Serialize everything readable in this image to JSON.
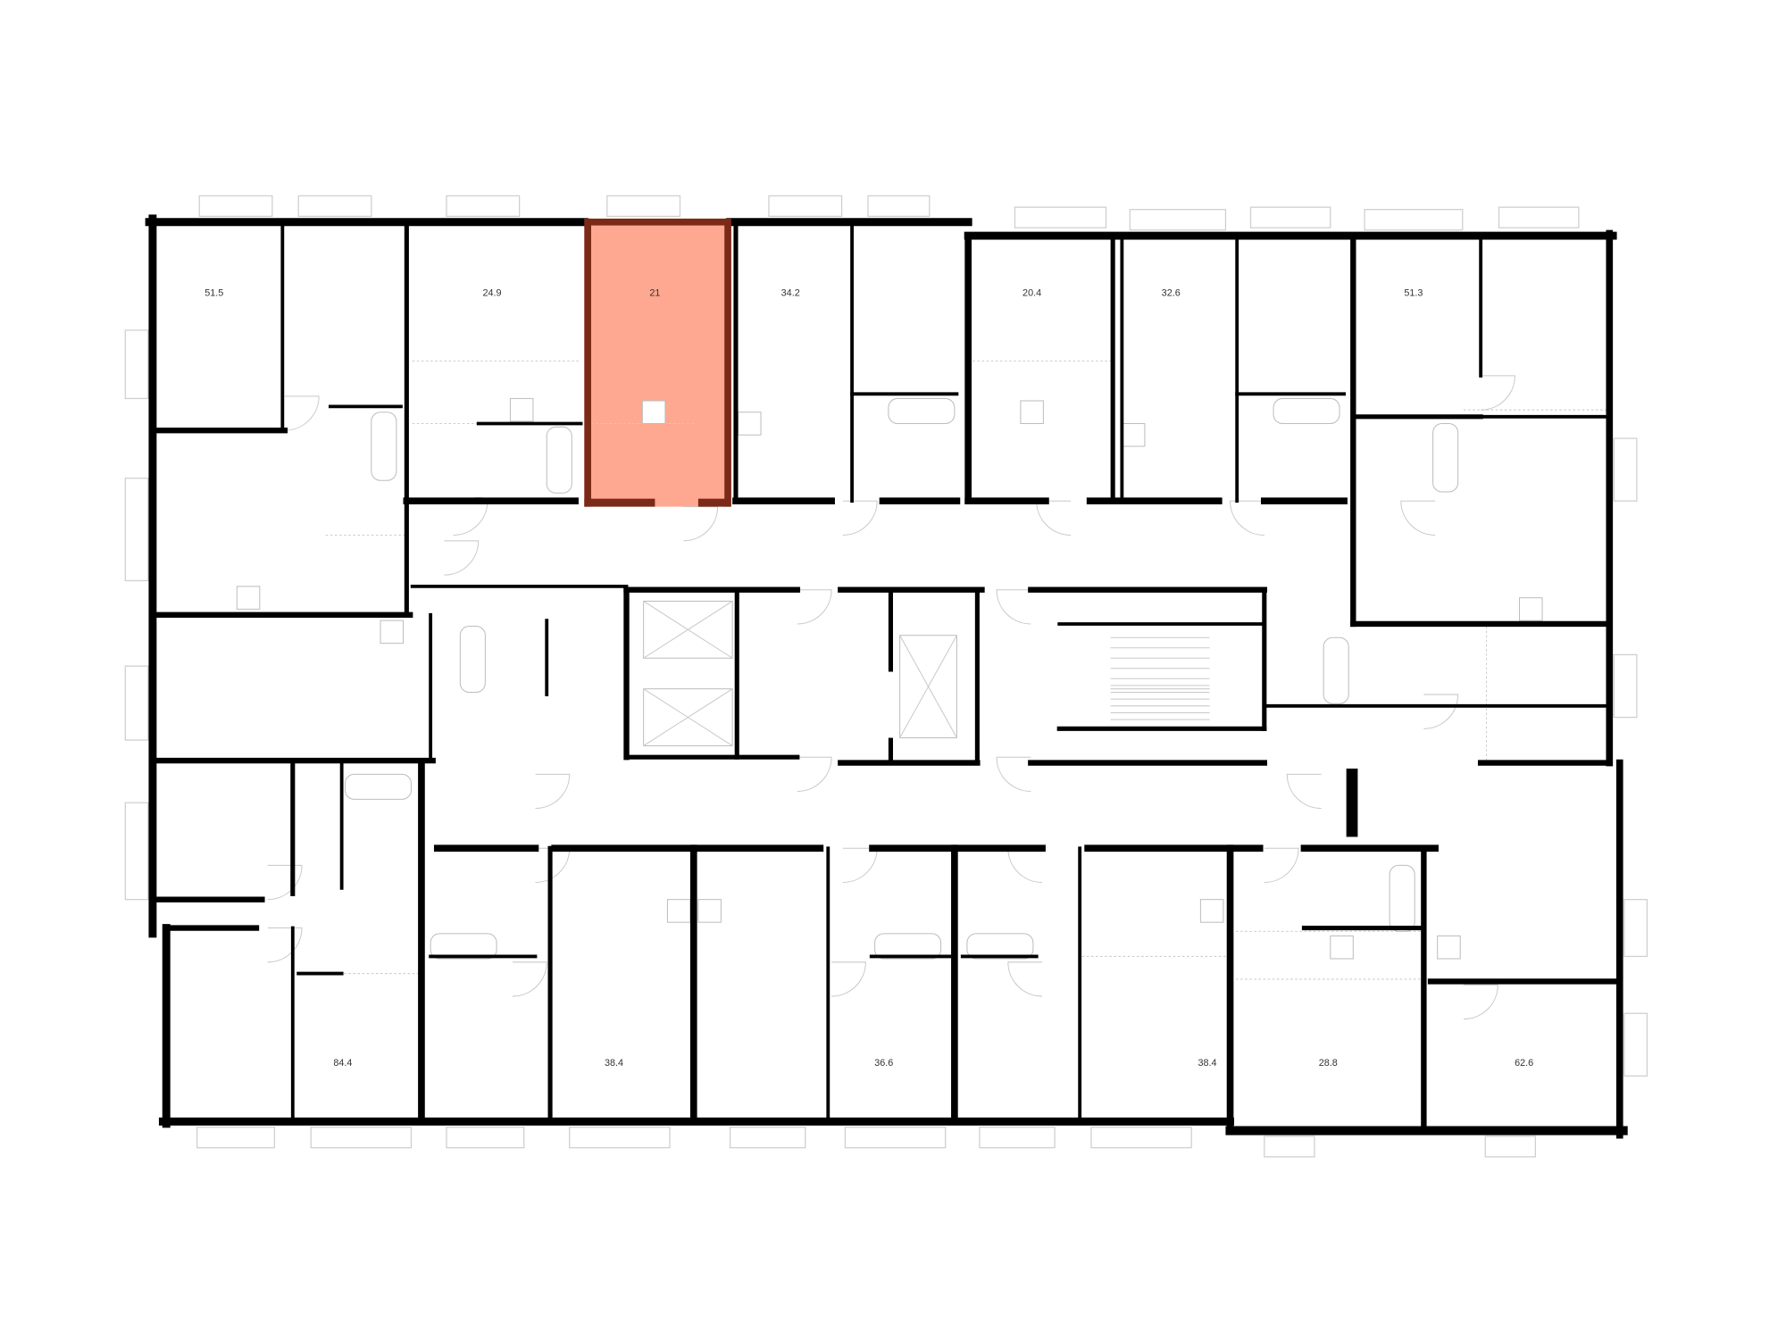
{
  "floor_plan": {
    "highlight_color": "#FFA891",
    "highlight_wall_color": "#7A2A17",
    "wall_color": "#000000",
    "apartments_top": [
      {
        "area": "51.5"
      },
      {
        "area": "24.9"
      },
      {
        "area": "21",
        "selected": true
      },
      {
        "area": "34.2"
      },
      {
        "area": "20.4"
      },
      {
        "area": "32.6"
      },
      {
        "area": "51.3"
      }
    ],
    "apartments_bottom": [
      {
        "area": "84.4"
      },
      {
        "area": "38.4"
      },
      {
        "area": "36.6"
      },
      {
        "area": "38.4"
      },
      {
        "area": "28.8"
      },
      {
        "area": "62.6"
      }
    ]
  }
}
